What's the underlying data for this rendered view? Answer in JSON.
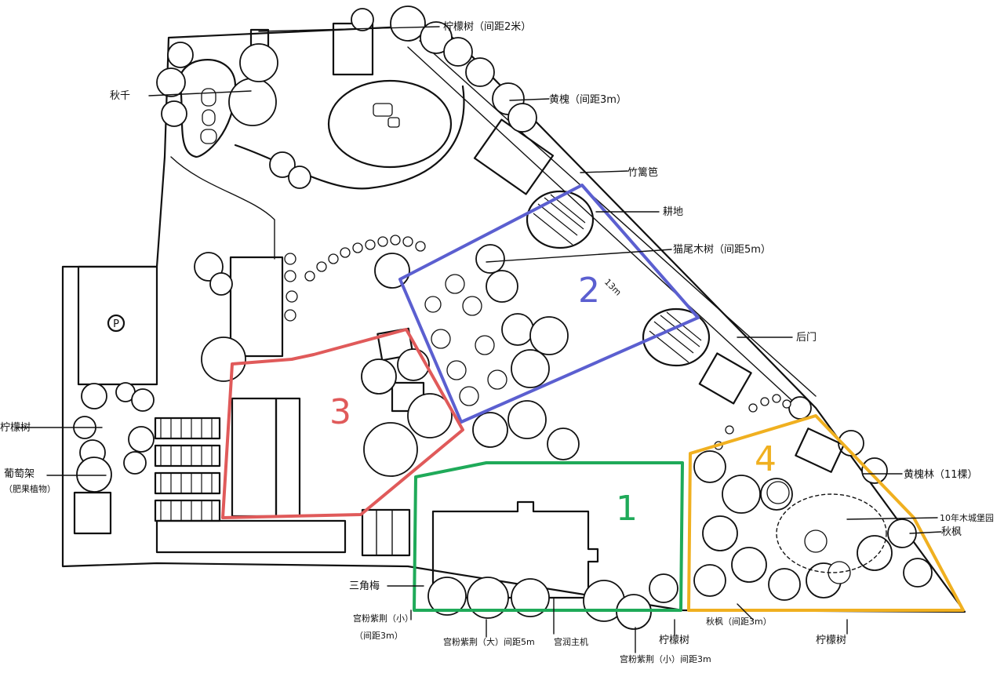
{
  "colors": {
    "ink": "#111111",
    "zone1": "#1faa59",
    "zone2": "#5b5fd0",
    "zone3": "#e05a5a",
    "zone4": "#f0b020"
  },
  "zones": [
    {
      "number": "1",
      "color": "#1faa59"
    },
    {
      "number": "2",
      "color": "#5b5fd0"
    },
    {
      "number": "3",
      "color": "#e05a5a"
    },
    {
      "number": "4",
      "color": "#f0b020"
    }
  ],
  "labels": {
    "lemon_top": "柠檬树（间距2米）",
    "swing": "秋千",
    "huanghuai_3m": "黄槐（间距3m）",
    "bamboo_fence": "竹篱笆",
    "farmland": "耕地",
    "tree_5m": "猫尾木树（间距5m）",
    "dim_13m": "13m",
    "side_gate": "后门",
    "parking": "P",
    "lemon_left": "柠檬树",
    "grape_line1": "葡萄架",
    "grape_line2": "（肥果植物）",
    "huanghuai_grove": "黄槐林（11棵）",
    "ten_year": "10年木城堡园",
    "autumn_maple": "秋枫",
    "sanyeqiao": "三角梅",
    "bougainvillea_small_1": "宫粉紫荆（小）",
    "spacing_3m": "（间距3m）",
    "bougainvillea_big": "宫粉紫荆（大）间距5m",
    "palace_tree": "宫润主机",
    "bougainvillea_small_2": "宫粉紫荆（小）间距3m",
    "lemon_bottom_mid": "柠檬树",
    "autumn_maple_3m": "秋枫（间距3m）",
    "lemon_bottom_right": "柠檬树"
  }
}
